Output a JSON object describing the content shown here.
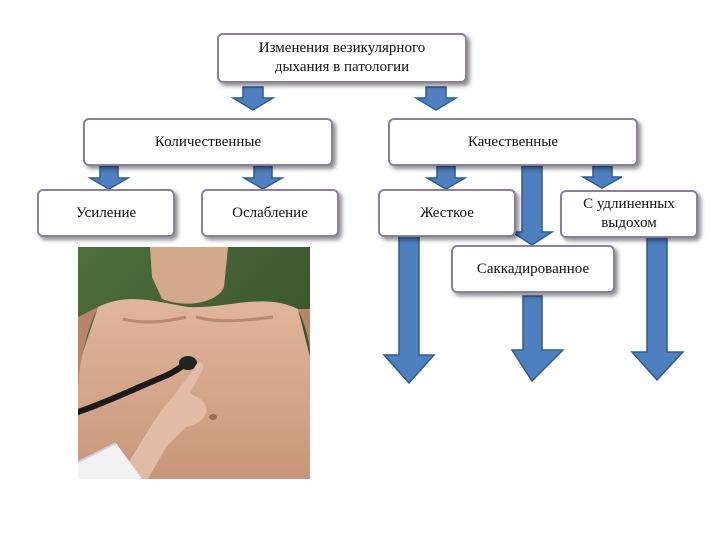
{
  "diagram": {
    "root": "Изменения везикулярного дыхания в патологии",
    "branches": [
      {
        "label": "Количественные",
        "children": [
          "Усиление",
          "Ослабление"
        ]
      },
      {
        "label": "Качественные",
        "children": [
          "Жесткое",
          "С удлиненных выдохом",
          "Саккадированное"
        ]
      }
    ]
  },
  "colors": {
    "arrow_fill": "#4e7fbf",
    "arrow_stroke": "#2f5d91",
    "box_border": "#8c7f9e"
  },
  "photo": {
    "subject": "auscultation-stethoscope-chest"
  }
}
